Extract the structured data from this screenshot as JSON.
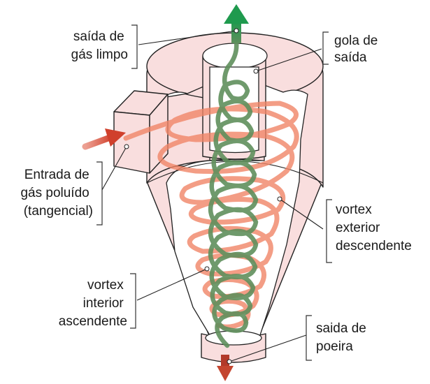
{
  "labels": {
    "clean_gas_outlet": [
      "saída de",
      "gás limpo"
    ],
    "outlet_collar": [
      "gola de",
      "saída"
    ],
    "polluted_gas_inlet": [
      "Entrada de",
      "gás poluído",
      "(tangencial)"
    ],
    "outer_vortex": [
      "vortex",
      "exterior",
      "descendente"
    ],
    "inner_vortex": [
      "vortex",
      "interior",
      "ascendente"
    ],
    "dust_outlet": [
      "saida de",
      "poeira"
    ]
  },
  "colors": {
    "shell_fill": "#f9dede",
    "outer_vortex": "#f08466",
    "inner_vortex": "#5f8f5c",
    "clean_gas_arrow": "#2e8b4a",
    "inlet_arrow": "#d9523a",
    "dust_arrow": "#b23a2a"
  }
}
